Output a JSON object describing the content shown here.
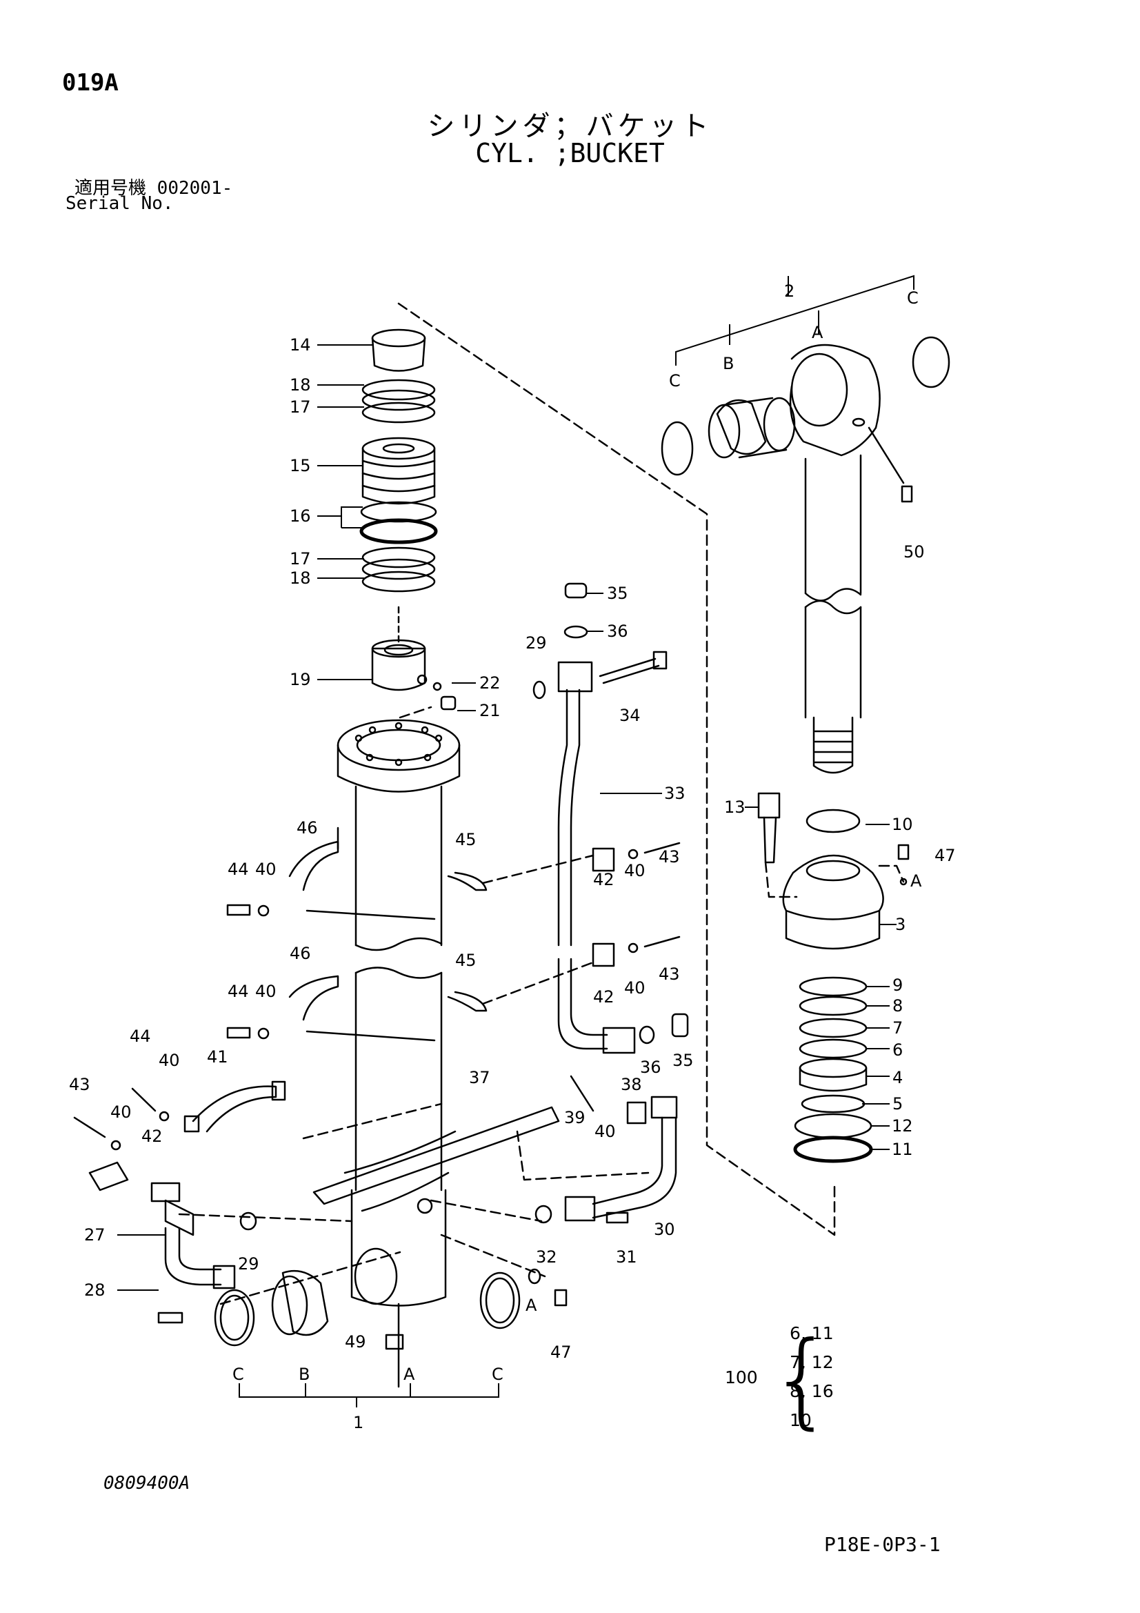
{
  "header": {
    "page_id": "019A",
    "title_jp": "シリンダ；バケット",
    "title_en": "CYL. ;BUCKET",
    "serial_label_jp": "適用号機",
    "serial_value": "002001-",
    "serial_label_en": "Serial No."
  },
  "footer": {
    "drawing_code": "0809400A",
    "page_code": "P18E-0P3-1"
  },
  "kit": {
    "number": "100",
    "items": [
      "6, 11",
      "7, 12",
      "8, 16",
      "10"
    ]
  },
  "callouts": {
    "c1": "1",
    "c2": "2",
    "c3": "3",
    "c4": "4",
    "c5": "5",
    "c6": "6",
    "c7": "7",
    "c8": "8",
    "c9": "9",
    "c10": "10",
    "c11": "11",
    "c12": "12",
    "c13": "13",
    "c14": "14",
    "c15": "15",
    "c16": "16",
    "c17a": "17",
    "c17b": "17",
    "c18a": "18",
    "c18b": "18",
    "c19": "19",
    "c21": "21",
    "c22": "22",
    "c27": "27",
    "c28": "28",
    "c29a": "29",
    "c29b": "29",
    "c30": "30",
    "c31": "31",
    "c32": "32",
    "c33": "33",
    "c34": "34",
    "c35a": "35",
    "c35b": "35",
    "c36a": "36",
    "c36b": "36",
    "c37": "37",
    "c38": "38",
    "c39": "39",
    "c40a": "40",
    "c40b": "40",
    "c40c": "40",
    "c40d": "40",
    "c40e": "40",
    "c40f": "40",
    "c41": "41",
    "c42a": "42",
    "c42b": "42",
    "c42c": "42",
    "c43a": "43",
    "c43b": "43",
    "c43c": "43",
    "c44a": "44",
    "c44b": "44",
    "c44c": "44",
    "c45a": "45",
    "c45b": "45",
    "c46a": "46",
    "c46b": "46",
    "c47a": "47",
    "c47b": "47",
    "c49": "49",
    "c50": "50"
  },
  "letters": {
    "rodA": "A",
    "rodB": "B",
    "rodC1": "C",
    "rodC2": "C",
    "tubeA": "A",
    "tubeB": "B",
    "tubeC1": "C",
    "tubeC2": "C",
    "greaseA1": "A",
    "greaseA2": "A"
  }
}
